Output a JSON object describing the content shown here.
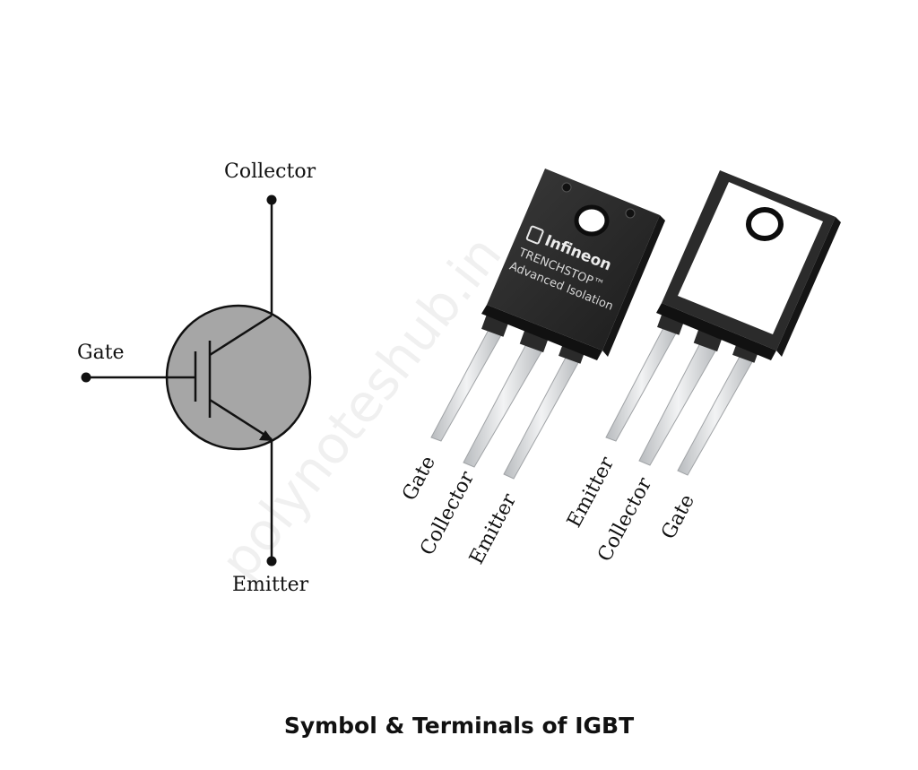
{
  "symbol": {
    "collector_label": "Collector",
    "gate_label": "Gate",
    "emitter_label": "Emitter"
  },
  "package_front": {
    "brand": "Infineon",
    "line1": "TRENCHSTOP™",
    "line2": "Advanced Isolation",
    "pins": [
      "Gate",
      "Collector",
      "Emitter"
    ]
  },
  "package_back": {
    "pins": [
      "Emitter",
      "Collector",
      "Gate"
    ]
  },
  "watermark": "polynoteshub.in",
  "caption": "Symbol & Terminals of IGBT",
  "colors": {
    "symbol_fill": "#a6a6a6",
    "package_body": "#2b2b2b",
    "pad": "#ffffff",
    "leg": "#d9dbdd"
  }
}
